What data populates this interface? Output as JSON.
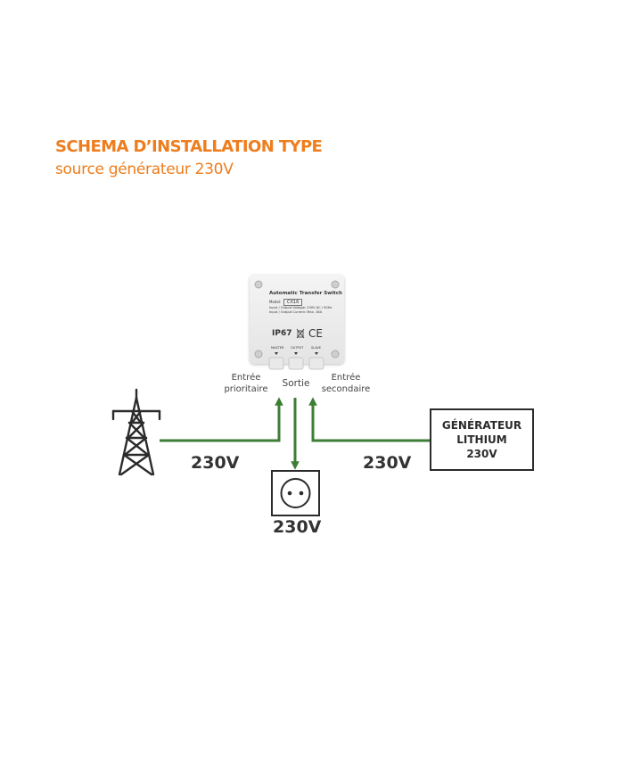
{
  "header": {
    "title": "SCHEMA D’INSTALLATION TYPE",
    "subtitle": "source générateur 230V"
  },
  "device": {
    "name": "Automatic Transfer Switch",
    "model_label": "Model:",
    "model": "CX16",
    "spec_voltage": "Input / Output Voltage: 230V AC / 50Hz",
    "spec_current": "Input / Output Current: Max. 16A",
    "ip_rating": "IP67",
    "ce_mark": "CE",
    "port_master": "MASTER",
    "port_output": "OUTPUT",
    "port_slave": "SLAVE"
  },
  "labels": {
    "entree_prioritaire": "Entrée\nprioritaire",
    "sortie": "Sortie",
    "entree_secondaire": "Entrée\nsecondaire"
  },
  "voltages": {
    "grid": "230V",
    "outlet": "230V",
    "generator": "230V"
  },
  "generator": {
    "line1": "GÉNÉRATEUR",
    "line2": "LITHIUM",
    "line3": "230V"
  },
  "colors": {
    "accent": "#ee7d1d",
    "wire": "#3e7d35",
    "ink": "#333333"
  },
  "icons": {
    "grid": "pylon-icon",
    "outlet": "power-outlet-icon",
    "weee": "crossed-bin-icon"
  }
}
